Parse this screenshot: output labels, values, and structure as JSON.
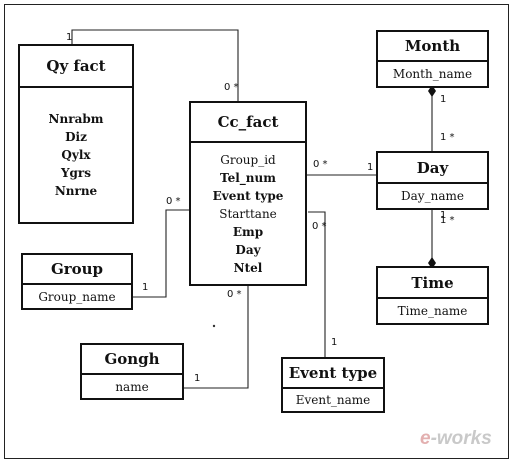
{
  "entities": {
    "qy_fact": {
      "title": "Qy fact",
      "attributes": [
        "Nnrabm",
        "Diz",
        "Qylx",
        "Ygrs",
        "Nnrne"
      ]
    },
    "cc_fact": {
      "title": "Cc_fact",
      "attributes": [
        "Group_id",
        "Tel_num",
        "Event type",
        "Starttane",
        "Emp",
        "Day",
        "Ntel"
      ]
    },
    "month": {
      "title": "Month",
      "attributes": [
        "Month_name"
      ]
    },
    "day": {
      "title": "Day",
      "attributes": [
        "Day_name"
      ]
    },
    "time": {
      "title": "Time",
      "attributes": [
        "Time_name"
      ]
    },
    "group": {
      "title": "Group",
      "attributes": [
        "Group_name"
      ]
    },
    "gongh": {
      "title": "Gongh",
      "attributes": [
        "name"
      ]
    },
    "event_type": {
      "title": "Event type",
      "attributes": [
        "Event_name"
      ]
    }
  },
  "multiplicities": {
    "qy_top": "1",
    "cc_top": "0 *",
    "month_bottom": "1",
    "day_top": "1 *",
    "cc_right": "0 *",
    "day_left": "1",
    "day_bottom": "1",
    "time_top": "1 *",
    "cc_left": "0 *",
    "group_right": "1",
    "cc_bottom_right": "0 *",
    "event_top": "1",
    "cc_bottom": "0 *",
    "gongh_right": "1"
  },
  "watermark": {
    "prefix": "e",
    "suffix": "works"
  }
}
